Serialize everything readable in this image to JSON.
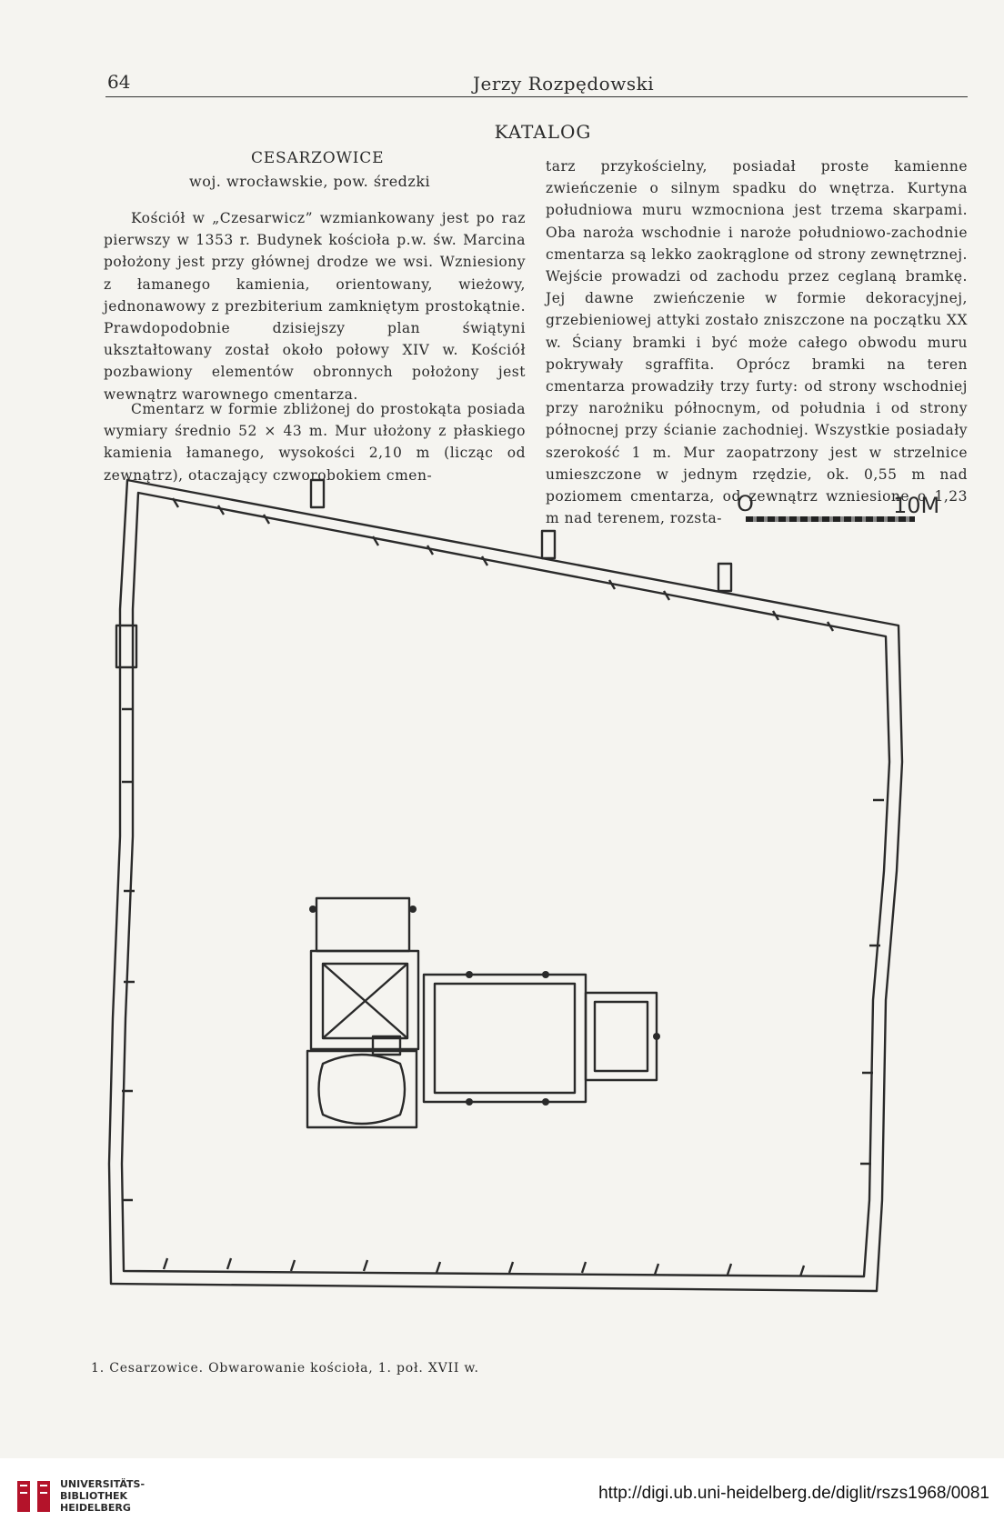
{
  "header": {
    "page_number": "64",
    "author": "Jerzy Rozpędowski"
  },
  "section_title": "KATALOG",
  "entry": {
    "title": "CESARZOWICE",
    "subtitle": "woj. wrocławskie, pow. średzki"
  },
  "paragraphs": {
    "p1": "Kościół w „Czesarwicz” wzmiankowany jest po raz pierwszy w 1353 r. Budynek kościoła p.w. św. Marcina położony jest przy głównej drodze we wsi. Wzniesiony z łamanego kamienia, orientowany, wieżowy, jednonawowy z prezbiterium zamkniętym prostokątnie. Prawdopodobnie dzisiejszy plan świątyni ukształtowany został około połowy XIV w. Kościół pozbawiony elementów obronnych położony jest wewnątrz warownego cmentarza.",
    "p2": "Cmentarz w formie zbliżonej do prostokąta posiada wymiary średnio 52 × 43 m. Mur ułożony z płaskiego kamienia łamanego, wysokości 2,10 m (licząc od zewnątrz), otaczający czworobokiem cmen-",
    "p3": "tarz przykościelny, posiadał proste kamienne zwieńczenie o silnym spadku do wnętrza. Kurtyna południowa muru wzmocniona jest trzema skarpami. Oba naroża wschodnie i naroże południowo-zachodnie cmentarza są lekko zaokrąglone od strony zewnętrznej. Wejście prowadzi od zachodu przez ceglaną bramkę. Jej dawne zwieńczenie w formie dekoracyjnej, grzebieniowej attyki zostało zniszczone na początku XX w. Ściany bramki i być może całego obwodu muru pokrywały sgraffita. Oprócz bramki na teren cmentarza prowadziły trzy furty: od strony wschodniej przy narożniku północnym, od południa i od strony północnej przy ścianie zachodniej. Wszystkie posiadały szerokość 1 m. Mur zaopatrzony jest w strzelnice umieszczone w jednym rzędzie, ok. 0,55 m nad poziomem cmentarza, od zewnątrz wzniesione o 1,23 m nad terenem, rozsta-"
  },
  "plan": {
    "scale_start": "O",
    "scale_end": "10M"
  },
  "caption": "1. Cesarzowice. Obwarowanie kościoła, 1. poł. XVII w.",
  "footer": {
    "library_line1": "UNIVERSITÄTS-",
    "library_line2": "BIBLIOTHEK",
    "library_line3": "HEIDELBERG",
    "url": "http://digi.ub.uni-heidelberg.de/diglit/rszs1968/0081"
  },
  "colors": {
    "paper": "#f5f4f0",
    "ink": "#2b2b2b",
    "logo_red": "#b4132a"
  }
}
